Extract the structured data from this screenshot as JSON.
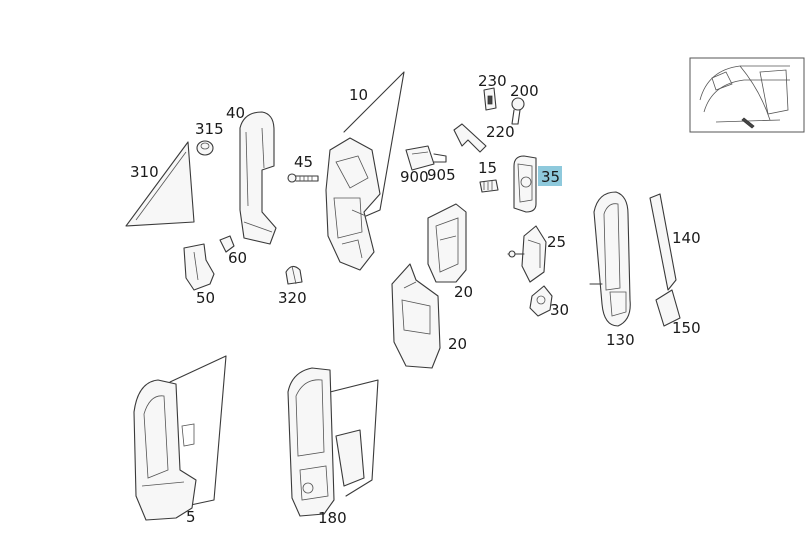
{
  "colors": {
    "line": "#3a3a3a",
    "highlight": "#8ec9dc",
    "background": "#ffffff"
  },
  "highlighted_part": "35",
  "labels": {
    "p230": "230",
    "p200": "200",
    "p220": "220",
    "p10": "10",
    "p40": "40",
    "p315": "315",
    "p310": "310",
    "p45": "45",
    "p900": "900",
    "p905": "905",
    "p15": "15",
    "p35": "35",
    "p25": "25",
    "p30": "30",
    "p140": "140",
    "p150": "150",
    "p130": "130",
    "p20a": "20",
    "p20b": "20",
    "p60": "60",
    "p50": "50",
    "p320": "320",
    "p5": "5",
    "p180": "180"
  }
}
